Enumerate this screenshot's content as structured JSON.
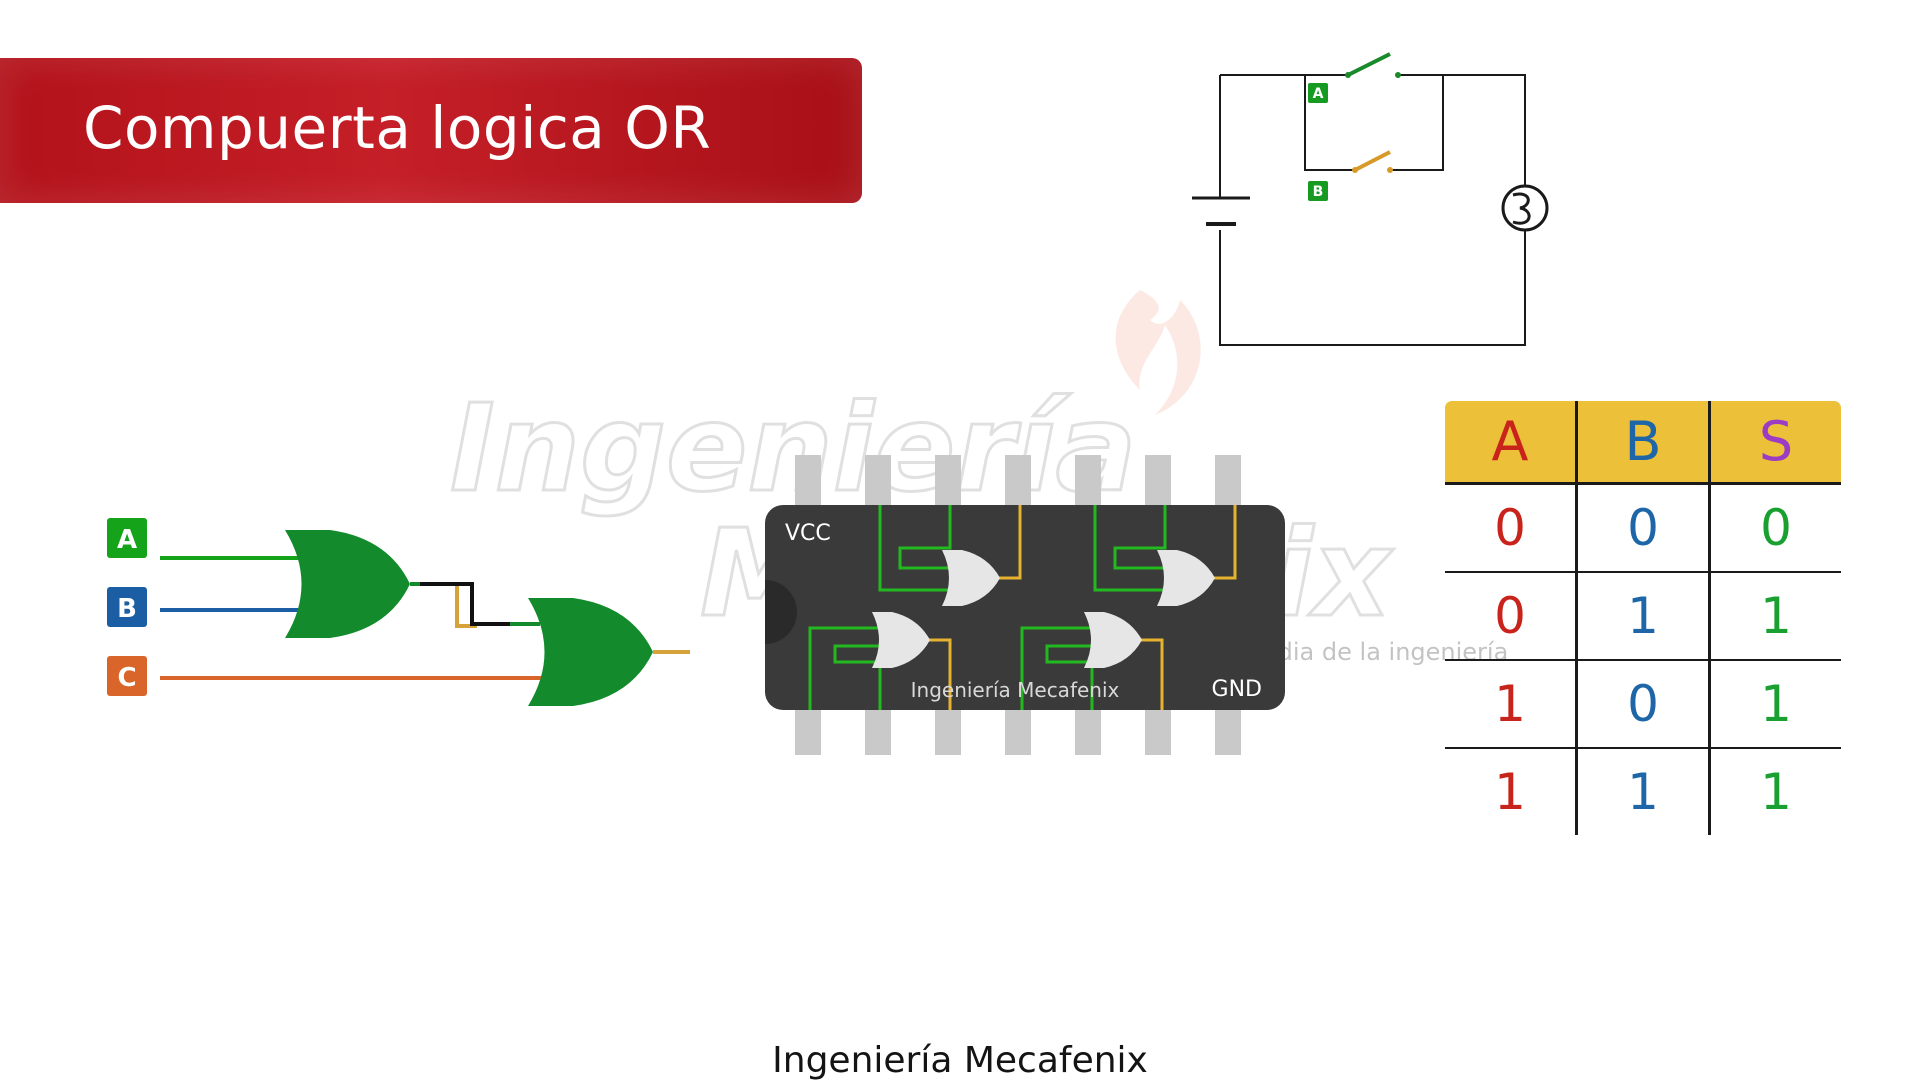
{
  "title": "Compuerta logica OR",
  "switch_circuit": {
    "switch_a_label": "A",
    "switch_b_label": "B",
    "switch_a_color": "#1a8a2a",
    "switch_b_color": "#d79a28"
  },
  "gate_diagram": {
    "inputs": [
      {
        "label": "A",
        "color": "#15a319"
      },
      {
        "label": "B",
        "color": "#1c5ea3"
      },
      {
        "label": "C",
        "color": "#d9652a"
      }
    ],
    "gate_color": "#138a2c",
    "output_wire_color": "#d8a23a"
  },
  "chip": {
    "vcc_label": "VCC",
    "gnd_label": "GND",
    "chip_text": "Ingeniería Mecafenix"
  },
  "watermark": {
    "line1": "Ingeniería",
    "line2": "Mecafenix",
    "tagline": "...edia de la ingeniería"
  },
  "truth_table": {
    "headers": [
      "A",
      "B",
      "S"
    ],
    "rows": [
      [
        "0",
        "0",
        "0"
      ],
      [
        "0",
        "1",
        "1"
      ],
      [
        "1",
        "0",
        "1"
      ],
      [
        "1",
        "1",
        "1"
      ]
    ]
  },
  "footer": "Ingeniería Mecafenix",
  "colors": {
    "banner": "#b3121a",
    "table_header": "#ecc038",
    "a_color": "#c9241c",
    "b_color": "#1e66a8",
    "s_color": "#19a030",
    "s_header_color": "#9c3cc4"
  }
}
